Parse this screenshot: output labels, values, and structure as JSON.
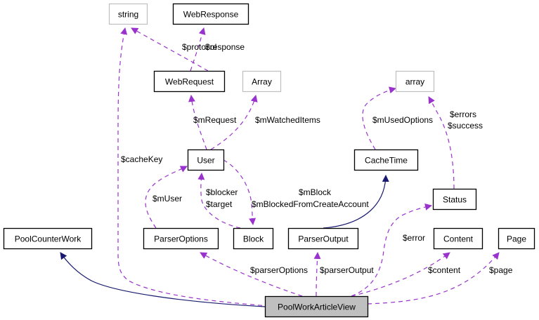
{
  "diagram": {
    "type": "collaboration-graph",
    "colors": {
      "member_edge": "#9a32cd",
      "inherit_edge": "#191970",
      "node_border": "#000000",
      "external_node_border": "#bfbfbf",
      "focus_node_fill": "#bfbfbf",
      "node_fill": "#ffffff"
    },
    "nodes": [
      {
        "id": "string",
        "label": "string",
        "kind": "external"
      },
      {
        "id": "WebResponse",
        "label": "WebResponse",
        "kind": "class"
      },
      {
        "id": "WebRequest",
        "label": "WebRequest",
        "kind": "class"
      },
      {
        "id": "Array",
        "label": "Array",
        "kind": "external"
      },
      {
        "id": "array",
        "label": "array",
        "kind": "external"
      },
      {
        "id": "User",
        "label": "User",
        "kind": "class"
      },
      {
        "id": "CacheTime",
        "label": "CacheTime",
        "kind": "class"
      },
      {
        "id": "Status",
        "label": "Status",
        "kind": "class"
      },
      {
        "id": "PoolCounterWork",
        "label": "PoolCounterWork",
        "kind": "class"
      },
      {
        "id": "ParserOptions",
        "label": "ParserOptions",
        "kind": "class"
      },
      {
        "id": "Block",
        "label": "Block",
        "kind": "class"
      },
      {
        "id": "ParserOutput",
        "label": "ParserOutput",
        "kind": "class"
      },
      {
        "id": "Content",
        "label": "Content",
        "kind": "class"
      },
      {
        "id": "Page",
        "label": "Page",
        "kind": "class"
      },
      {
        "id": "PoolWorkArticleView",
        "label": "PoolWorkArticleView",
        "kind": "focus"
      }
    ],
    "edges": [
      {
        "from": "WebRequest",
        "to": "string",
        "style": "member",
        "labels": [
          "$protocol"
        ]
      },
      {
        "from": "WebRequest",
        "to": "WebResponse",
        "style": "member",
        "labels": [
          "$response"
        ]
      },
      {
        "from": "User",
        "to": "WebRequest",
        "style": "member",
        "labels": [
          "$mRequest"
        ]
      },
      {
        "from": "User",
        "to": "Array",
        "style": "member",
        "labels": [
          "$mWatchedItems"
        ]
      },
      {
        "from": "CacheTime",
        "to": "array",
        "style": "member",
        "labels": [
          "$mUsedOptions"
        ]
      },
      {
        "from": "Status",
        "to": "array",
        "style": "member",
        "labels": [
          "$errors",
          "$success"
        ]
      },
      {
        "from": "PoolWorkArticleView",
        "to": "string",
        "style": "member",
        "labels": [
          "$cacheKey"
        ]
      },
      {
        "from": "ParserOptions",
        "to": "User",
        "style": "member",
        "labels": [
          "$mUser"
        ]
      },
      {
        "from": "Block",
        "to": "User",
        "style": "member",
        "labels": [
          "$blocker",
          "$target"
        ]
      },
      {
        "from": "User",
        "to": "Block",
        "style": "member",
        "labels": [
          "$mBlock",
          "$mBlockedFromCreateAccount"
        ]
      },
      {
        "from": "ParserOutput",
        "to": "CacheTime",
        "style": "inherit",
        "labels": []
      },
      {
        "from": "PoolWorkArticleView",
        "to": "PoolCounterWork",
        "style": "inherit",
        "labels": []
      },
      {
        "from": "PoolWorkArticleView",
        "to": "ParserOptions",
        "style": "member",
        "labels": [
          "$parserOptions"
        ]
      },
      {
        "from": "PoolWorkArticleView",
        "to": "ParserOutput",
        "style": "member",
        "labels": [
          "$parserOutput"
        ]
      },
      {
        "from": "PoolWorkArticleView",
        "to": "Status",
        "style": "member",
        "labels": [
          "$error"
        ]
      },
      {
        "from": "PoolWorkArticleView",
        "to": "Content",
        "style": "member",
        "labels": [
          "$content"
        ]
      },
      {
        "from": "PoolWorkArticleView",
        "to": "Page",
        "style": "member",
        "labels": [
          "$page"
        ]
      }
    ]
  }
}
